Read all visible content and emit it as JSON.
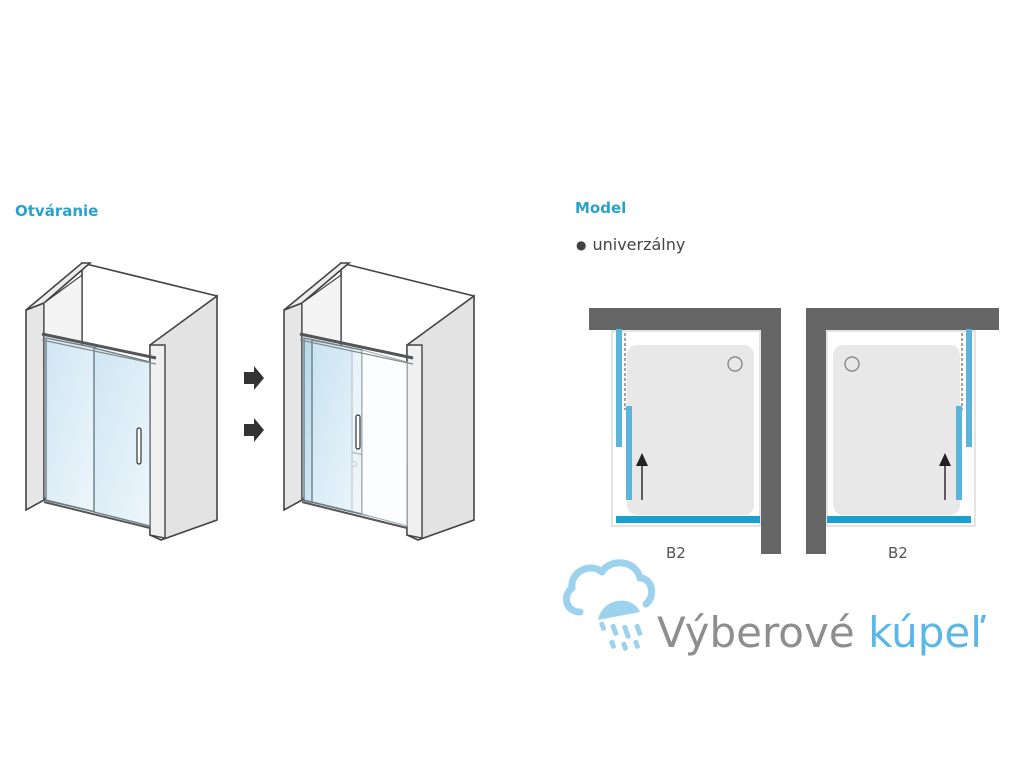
{
  "section_opening": {
    "heading": "Otváranie",
    "arrows": [
      "arrow-right-icon",
      "arrow-right-icon"
    ]
  },
  "section_model": {
    "heading": "Model",
    "items": [
      {
        "bullet": "●",
        "label": "univerzálny"
      }
    ],
    "plans": [
      {
        "label": "B2",
        "orientation": "left"
      },
      {
        "label": "B2",
        "orientation": "right"
      }
    ]
  },
  "watermark": {
    "word1": "Výberové",
    "word2": "kúpeľ",
    "icon": "cloud-shower-icon"
  },
  "colors": {
    "heading": "#2aa2c8",
    "glass": "#5bb5db",
    "wall": "#666666",
    "brand_gray": "#8e8e8e",
    "brand_blue": "#5bb8e6"
  }
}
